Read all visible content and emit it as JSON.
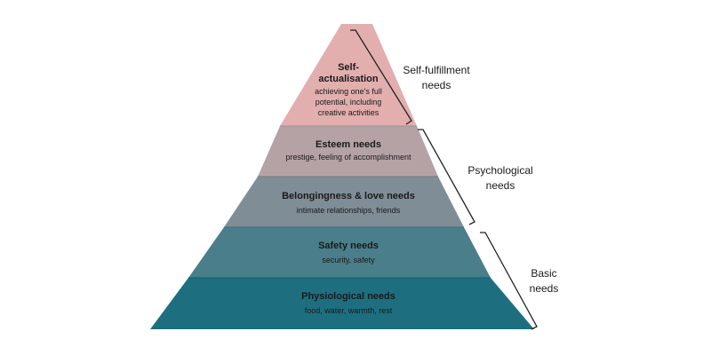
{
  "pyramid": {
    "tiers": [
      {
        "title": "Self-\nactualisation",
        "description": "achieving one's full\npotential, including\ncreative activities",
        "color": "#e2aeae"
      },
      {
        "title": "Esteem needs",
        "description": "prestige, feeling of accomplishment",
        "color": "#b4a2a5"
      },
      {
        "title": "Belongingness & love needs",
        "description": "intimate relationships, friends",
        "color": "#7f8d96"
      },
      {
        "title": "Safety needs",
        "description": "security, safety",
        "color": "#4a7e8b"
      },
      {
        "title": "Physiological needs",
        "description": "food, water, warmth, rest",
        "color": "#1d6f7f"
      }
    ]
  },
  "groups": [
    {
      "label": "Self-fulfillment\nneeds"
    },
    {
      "label": "Psychological\nneeds"
    },
    {
      "label": "Basic\nneeds"
    }
  ]
}
